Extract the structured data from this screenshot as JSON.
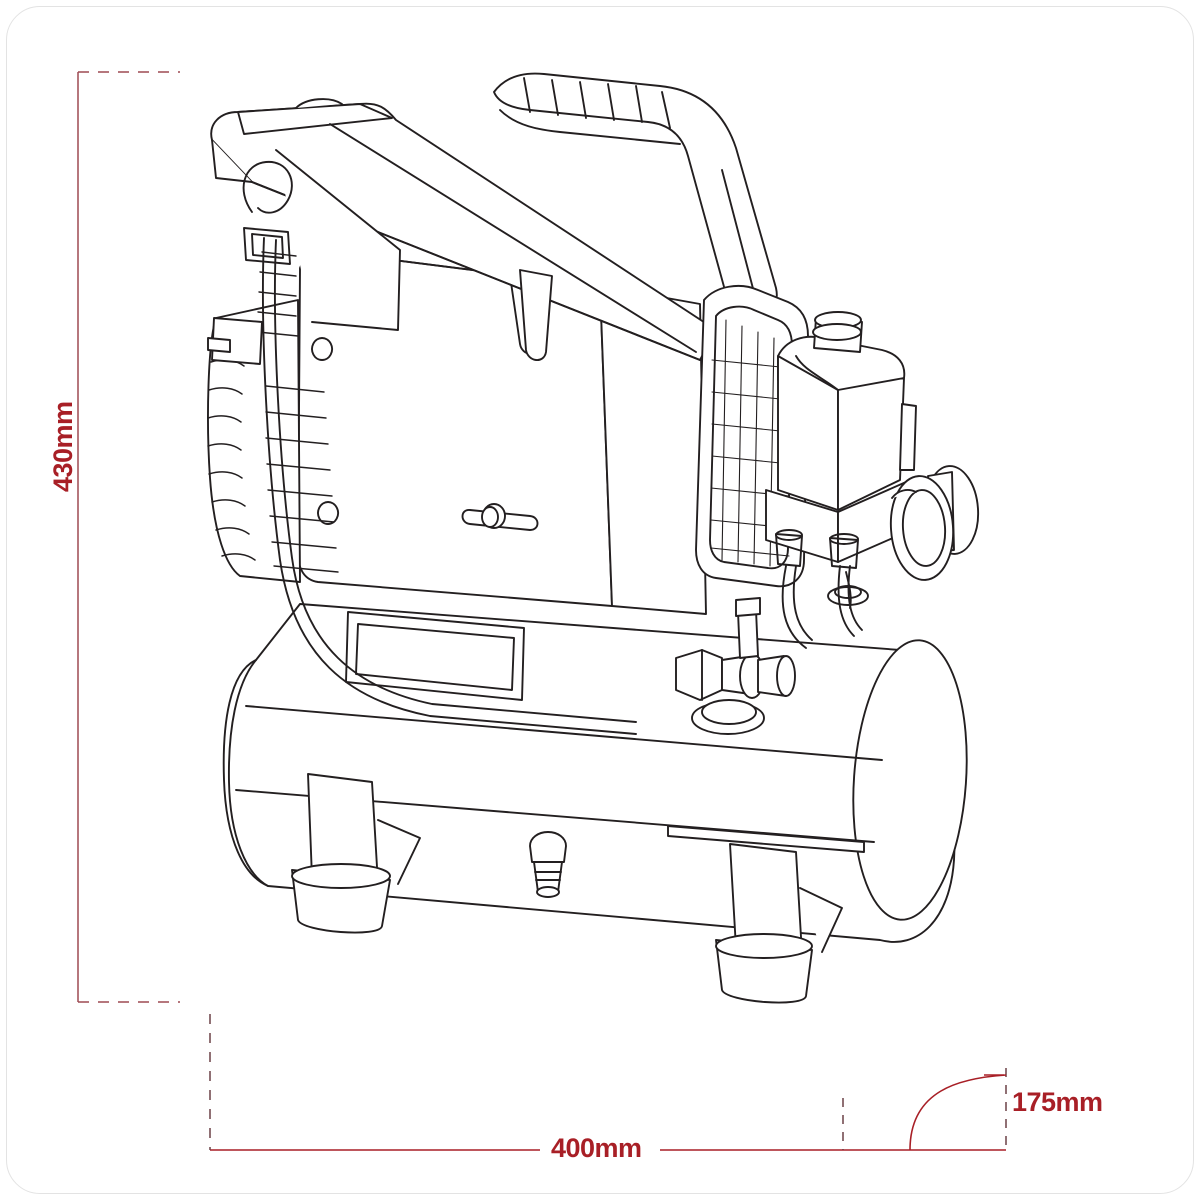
{
  "page": {
    "kind": "technical-line-drawing",
    "subject": "portable air compressor",
    "background_color": "#ffffff",
    "line_color": "#231f20",
    "dimension_color": "#a81f26"
  },
  "dimensions": {
    "height": {
      "label": "430mm",
      "value": 430,
      "unit": "mm",
      "axis": "vertical",
      "side": "left"
    },
    "width": {
      "label": "400mm",
      "value": 400,
      "unit": "mm",
      "axis": "horizontal",
      "side": "bottom"
    },
    "depth": {
      "label": "175mm",
      "value": 175,
      "unit": "mm",
      "axis": "depth-arc",
      "side": "bottom-right"
    }
  },
  "drawing_parts": [
    {
      "name": "carry-handle",
      "label": "Carry handle with ribbed grip"
    },
    {
      "name": "top-shroud",
      "label": "Moulded top shroud / cover"
    },
    {
      "name": "motor-housing",
      "label": "Motor housing side panel"
    },
    {
      "name": "cylinder-fins",
      "label": "Finned compressor cylinder"
    },
    {
      "name": "copper-cooling-tube",
      "label": "Copper cooling tube"
    },
    {
      "name": "vent-grille",
      "label": "Ventilation grille mesh"
    },
    {
      "name": "pressure-switch",
      "label": "Pressure switch box"
    },
    {
      "name": "pressure-gauges",
      "label": "Twin pressure gauges"
    },
    {
      "name": "air-tank",
      "label": "Horizontal air receiver tank"
    },
    {
      "name": "tank-label-plate",
      "label": "Blank tank data plate"
    },
    {
      "name": "outlet-valve",
      "label": "Air outlet coupling valve"
    },
    {
      "name": "drain-valve",
      "label": "Tank drain valve"
    },
    {
      "name": "rubber-feet",
      "label": "Rubber support feet"
    },
    {
      "name": "on-off-switch",
      "label": "On / off toggle switch"
    }
  ]
}
